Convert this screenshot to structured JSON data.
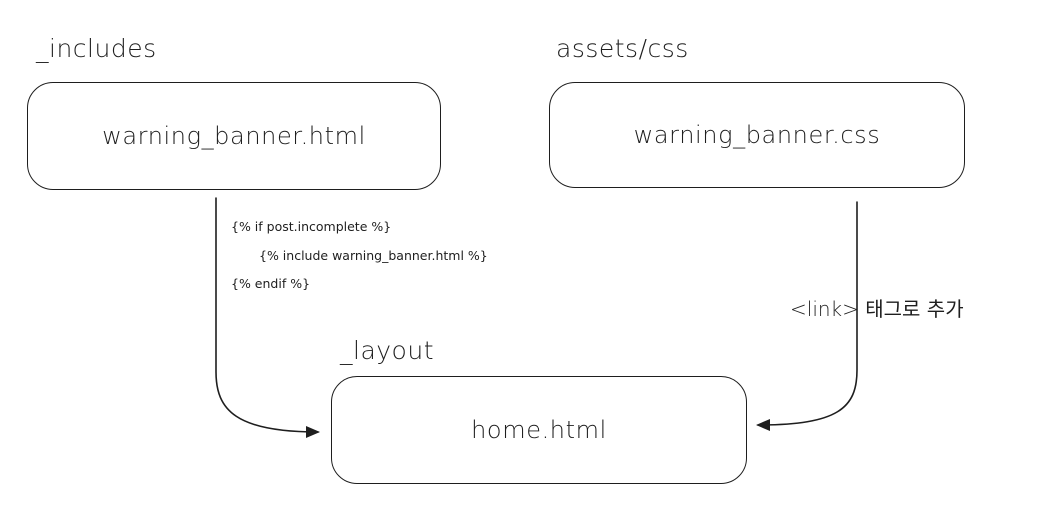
{
  "groups": {
    "includes": "_includes",
    "assets_css": "assets/css",
    "layout": "_layout"
  },
  "nodes": {
    "warning_banner_html": "warning_banner.html",
    "warning_banner_css": "warning_banner.css",
    "home_html": "home.html"
  },
  "edges": {
    "include_edge": {
      "code_lines": [
        "{% if post.incomplete %}",
        "{% include warning_banner.html %}",
        "{% endif %}"
      ]
    },
    "css_edge": {
      "label": "<link> 태그로 추가"
    }
  },
  "colors": {
    "stroke": "#1e1e1e",
    "background": "#ffffff"
  }
}
